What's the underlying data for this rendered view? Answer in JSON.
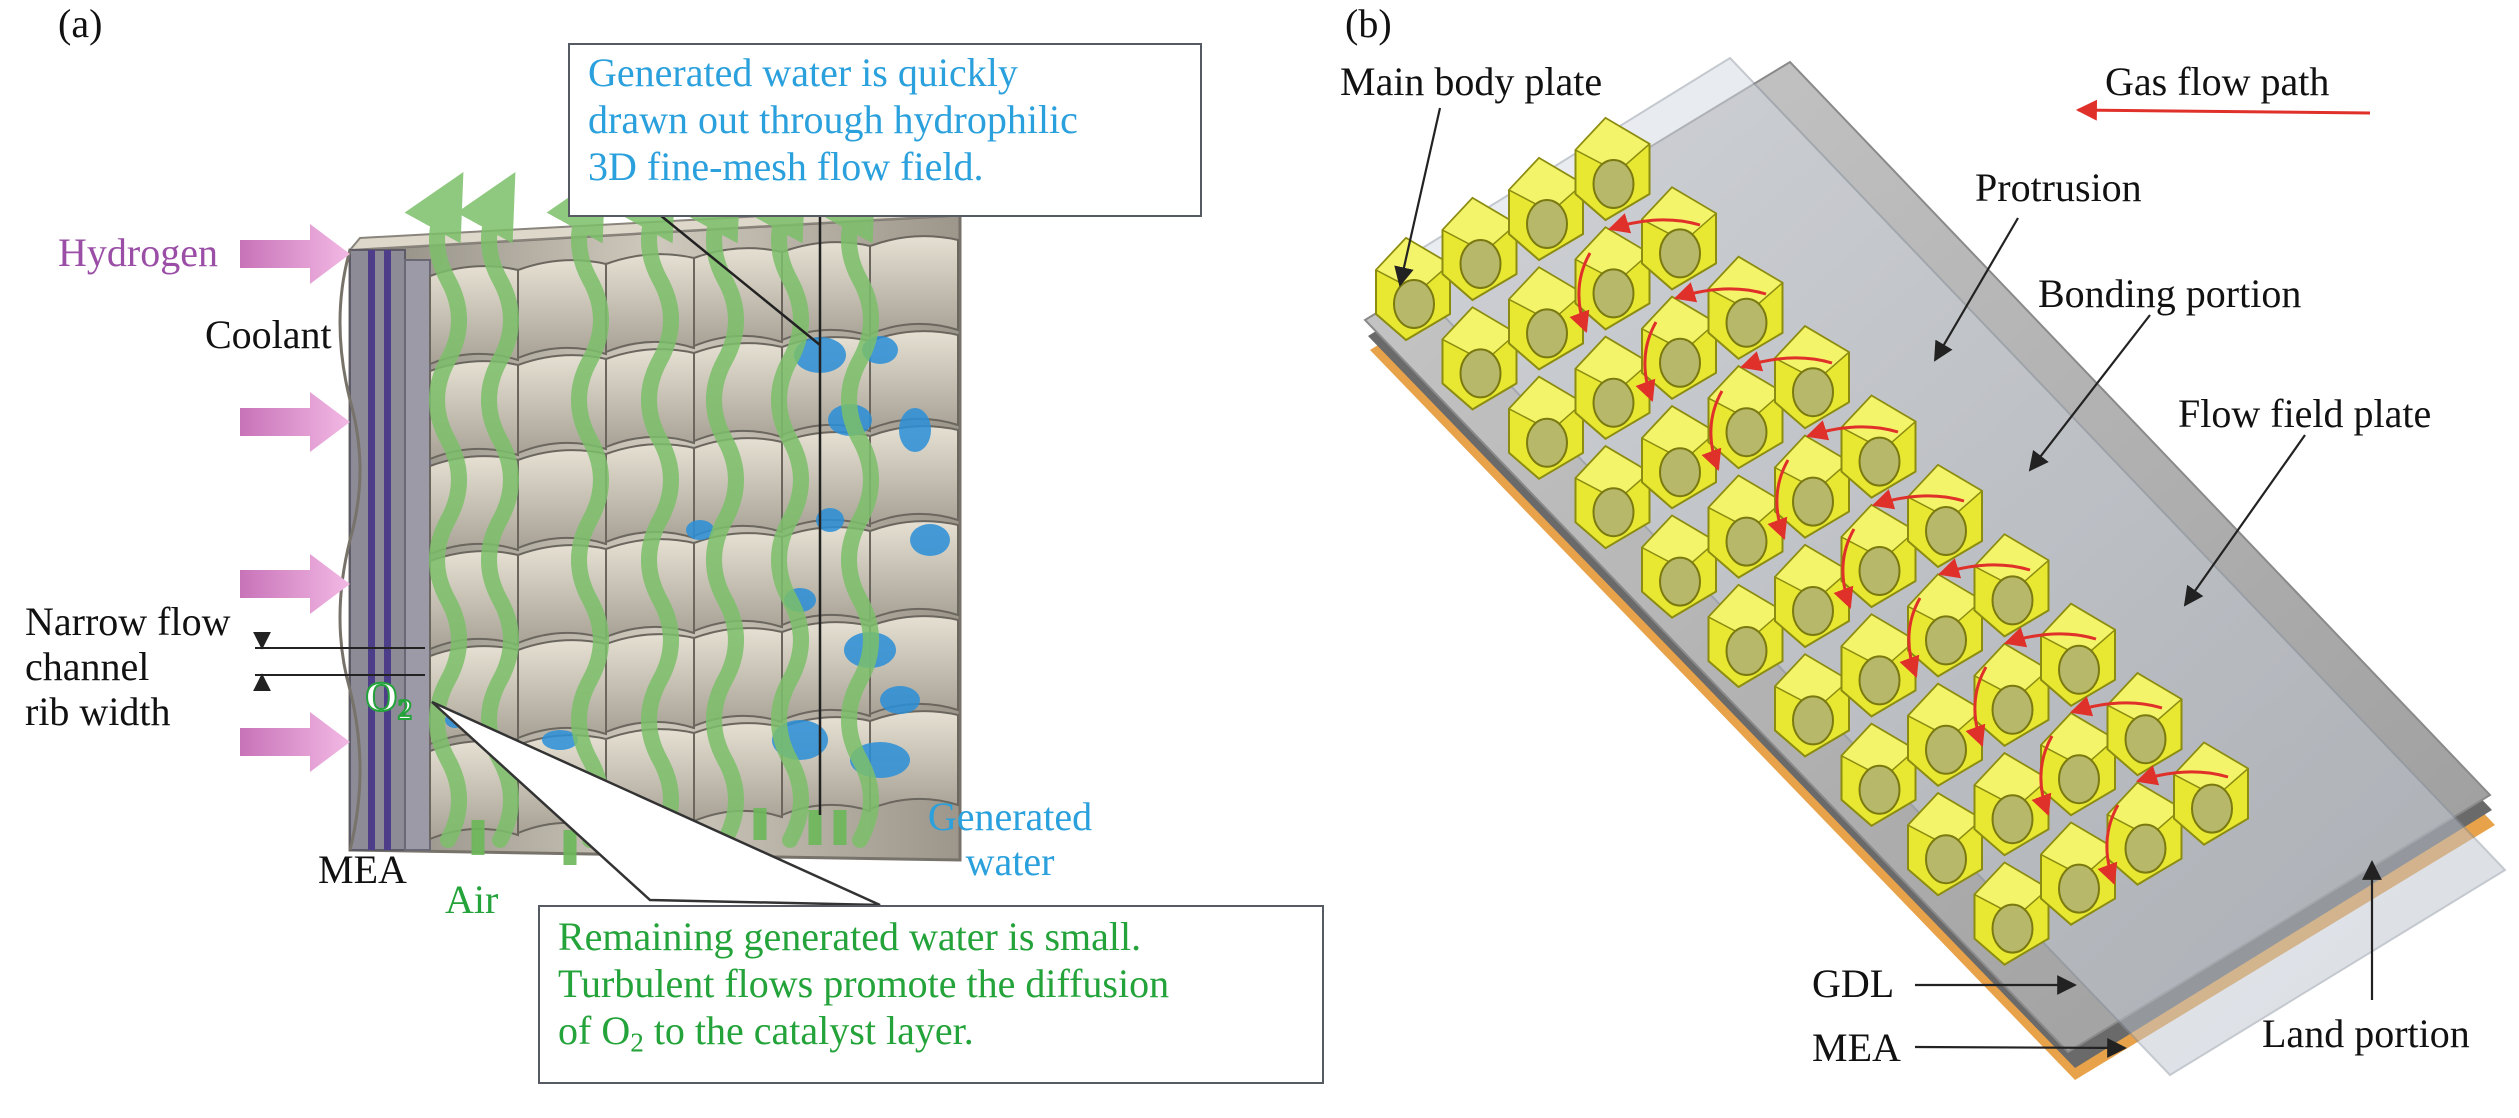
{
  "panel_a": {
    "tag": "(a)",
    "labels": {
      "hydrogen": "Hydrogen",
      "coolant": "Coolant",
      "narrow_flow": [
        "Narrow flow",
        "channel",
        "rib width"
      ],
      "o2_base": "O",
      "o2_sub": "2",
      "mea": "MEA",
      "air": "Air",
      "generated_water": [
        "Generated",
        "water"
      ]
    },
    "callout_top": [
      "Generated water is quickly",
      "drawn out through hydrophilic",
      "3D fine-mesh flow field."
    ],
    "callout_bottom": {
      "line1": "Remaining generated water is small.",
      "line2": "Turbulent flows promote the diffusion",
      "line3_pre": "of O",
      "line3_sub": "2",
      "line3_post": " to the catalyst layer."
    }
  },
  "panel_b": {
    "tag": "(b)",
    "labels": {
      "main_body_plate": "Main body plate",
      "gas_flow_path": "Gas flow path",
      "protrusion": "Protrusion",
      "bonding_portion": "Bonding portion",
      "flow_field_plate": "Flow field plate",
      "gdl": "GDL",
      "mea": "MEA",
      "land_portion": "Land portion"
    }
  },
  "colors": {
    "hydrogen": "#9a4ea6",
    "hydrogen_arrow": "#d98ec9",
    "air": "#23a33a",
    "water": "#2aa0dc",
    "mesh_yellow": "#e8e832",
    "flow_red": "#e0302a"
  }
}
